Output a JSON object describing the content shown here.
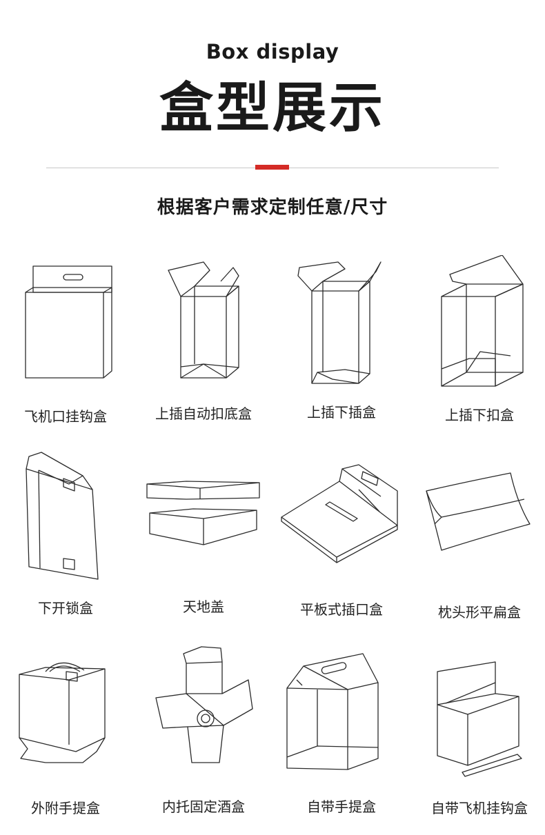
{
  "header": {
    "title_en": "Box display",
    "title_zh": "盒型展示",
    "subtitle": "根据客户需求定制任意/尺寸",
    "accent_color": "#d42b26"
  },
  "boxes": [
    {
      "label": "飞机口挂钩盒",
      "icon": "hang-hook-box-icon"
    },
    {
      "label": "上插自动扣底盒",
      "icon": "auto-lock-bottom-box-icon"
    },
    {
      "label": "上插下插盒",
      "icon": "tuck-end-box-icon"
    },
    {
      "label": "上插下扣盒",
      "icon": "tuck-snap-box-icon"
    },
    {
      "label": "下开锁盒",
      "icon": "bottom-lock-box-icon"
    },
    {
      "label": "天地盖",
      "icon": "lid-base-box-icon"
    },
    {
      "label": "平板式插口盒",
      "icon": "flat-tuck-box-icon"
    },
    {
      "label": "枕头形平扁盒",
      "icon": "pillow-box-icon"
    },
    {
      "label": "外附手提盒",
      "icon": "external-handle-box-icon"
    },
    {
      "label": "内托固定酒盒",
      "icon": "wine-insert-box-icon"
    },
    {
      "label": "自带手提盒",
      "icon": "built-in-handle-box-icon"
    },
    {
      "label": "自带飞机挂钩盒",
      "icon": "built-in-hook-box-icon"
    }
  ]
}
